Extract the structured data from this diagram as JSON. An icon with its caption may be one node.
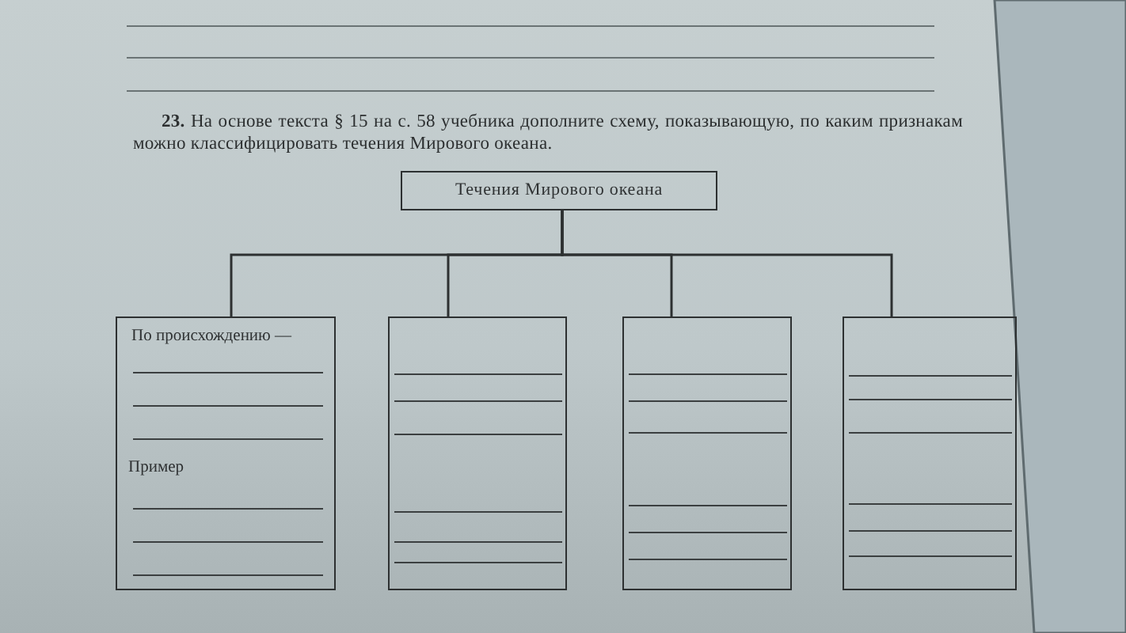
{
  "diagram": {
    "nodes": [
      {
        "text": [
          "Течения Мирового океана"
        ]
      },
      {
        "text": [
          "По происхождению —",
          "Пример"
        ]
      },
      {
        "text": [],
        "shape": "box"
      },
      {
        "text": [],
        "shape": "box"
      },
      {
        "text": [],
        "shape": "box"
      }
    ],
    "edges": [
      {
        "from": 0,
        "to": 1,
        "arrow": "none"
      },
      {
        "from": 0,
        "to": 2,
        "arrow": "none"
      },
      {
        "from": 0,
        "to": 3,
        "arrow": "none"
      },
      {
        "from": 0,
        "to": 4,
        "arrow": "none"
      }
    ],
    "labels": [
      "**23.** На основе текста § 15 на с. 58 учебника дополните схему, показывающую, по каким признакам можно классифицировать течения Мирового океана."
    ]
  }
}
